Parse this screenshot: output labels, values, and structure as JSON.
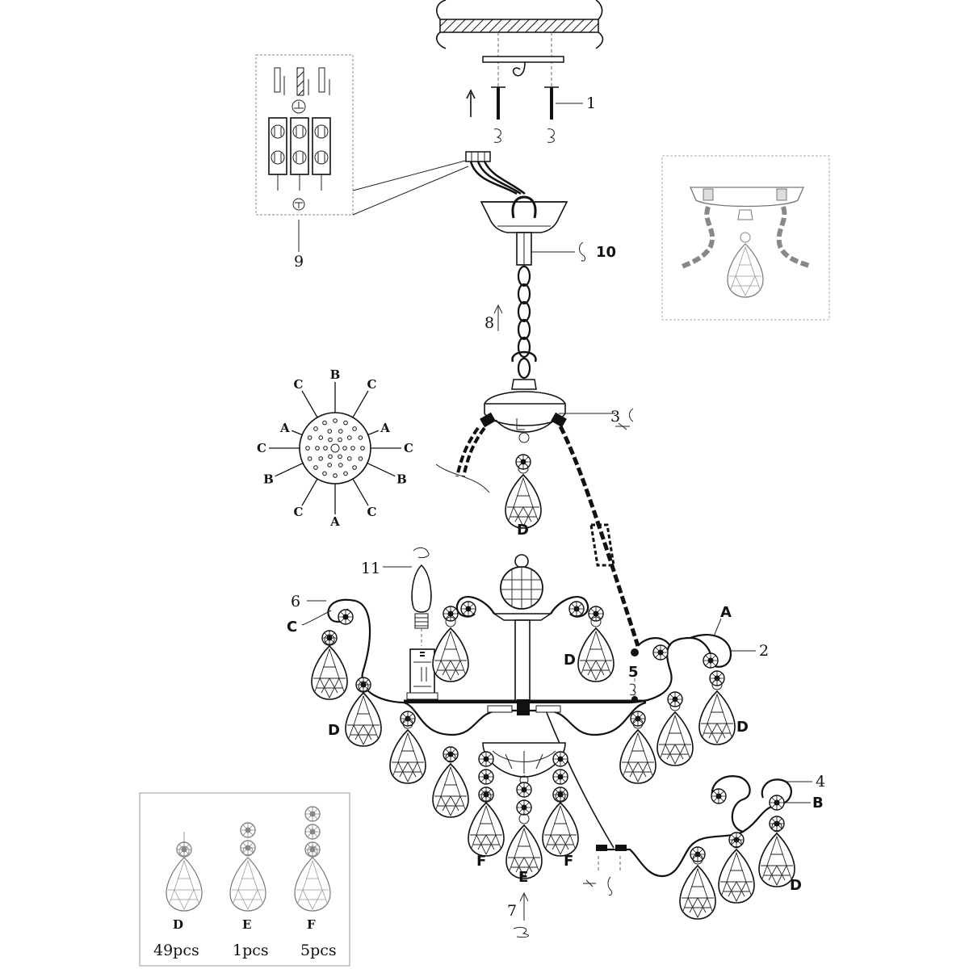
{
  "callouts": {
    "c1": "1",
    "c2": "2",
    "c3": "3",
    "c4": "4",
    "c5": "5",
    "c6": "6",
    "c7": "7",
    "c8": "8",
    "c9": "9",
    "c10": "10",
    "c11": "11"
  },
  "letters": {
    "a_arm": "A",
    "b_arm": "B",
    "c_arm": "C",
    "d_canopy": "D",
    "d_left": "D",
    "d_center": "D",
    "d_right": "D",
    "d_lower": "D",
    "e_center": "E",
    "f_left": "F",
    "f_right": "F"
  },
  "hole_diagram": {
    "labels": [
      "B",
      "C",
      "C",
      "A",
      "A",
      "C",
      "C",
      "B",
      "B",
      "C",
      "A",
      "C"
    ]
  },
  "legend": {
    "items": [
      {
        "letter": "D",
        "count": "49pcs"
      },
      {
        "letter": "E",
        "count": "1pcs"
      },
      {
        "letter": "F",
        "count": "5pcs"
      }
    ]
  }
}
